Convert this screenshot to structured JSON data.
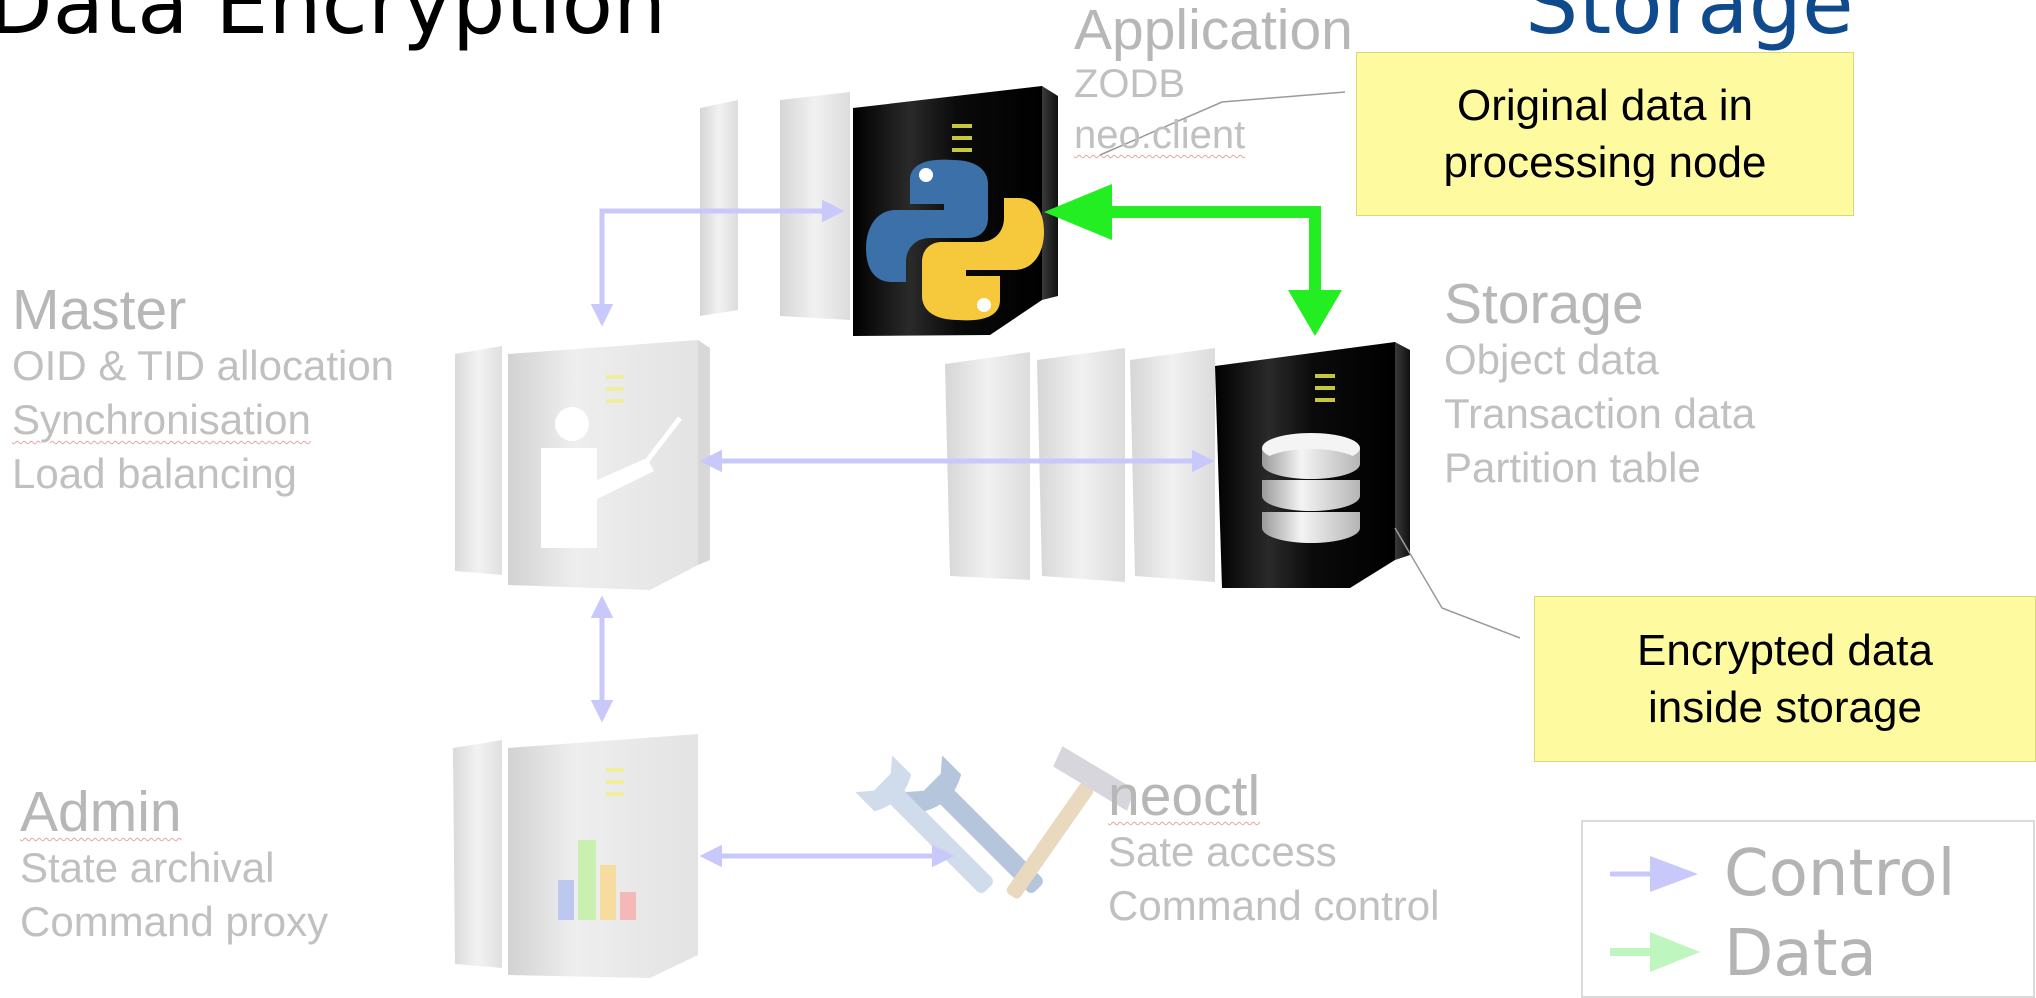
{
  "slide": {
    "title_left": "Data Encryption",
    "title_right": "Storage"
  },
  "nodes": {
    "application": {
      "heading": "Application",
      "lines": [
        "ZODB",
        "neo.client"
      ]
    },
    "master": {
      "heading": "Master",
      "lines": [
        "OID & TID allocation",
        "Synchronisation",
        "Load balancing"
      ]
    },
    "storage": {
      "heading": "Storage",
      "lines": [
        "Object data",
        "Transaction data",
        "Partition table"
      ]
    },
    "admin": {
      "heading": "Admin",
      "lines": [
        "State archival",
        "Command proxy"
      ]
    },
    "neoctl": {
      "heading": "neoctl",
      "lines": [
        "Sate access",
        "Command control"
      ]
    }
  },
  "callouts": {
    "original": [
      "Original data in",
      "processing node"
    ],
    "encrypted": [
      "Encrypted data",
      "inside storage"
    ]
  },
  "legend": {
    "items": [
      {
        "label": "Control",
        "color": "#c8c8fb"
      },
      {
        "label": "Data",
        "color": "#bff5bf"
      }
    ]
  },
  "colors": {
    "title_left": "#000000",
    "title_right": "#0f4a8c",
    "control_arrow": "#c8c8fb",
    "data_arrow_active": "#22ee22",
    "callout_bg": "#fdfaa0"
  },
  "icons": {
    "application": "python-logo-icon",
    "master": "presenter-icon",
    "storage": "database-stack-icon",
    "admin": "bar-chart-icon",
    "neoctl": "tools-icon"
  }
}
